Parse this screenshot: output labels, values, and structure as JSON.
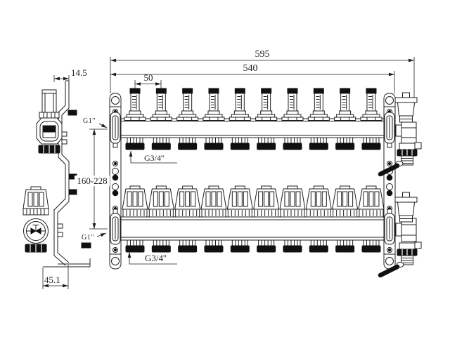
{
  "drawing": {
    "type": "technical-drawing",
    "subject": "floor-heating-manifold",
    "circuits": 10,
    "dimensions": {
      "overall_width": "595",
      "mounting_width": "540",
      "port_spacing": "50",
      "bar_center_distance": "160-228",
      "side_offset": "14.5",
      "bracket_depth": "45.1"
    },
    "connections": {
      "main_top": "G1''",
      "main_bottom": "G1''",
      "outlets_top": "G3/4''",
      "outlets_bottom": "G3/4''"
    },
    "colors": {
      "line": "#1f1f1f",
      "dark_fill": "#101010",
      "background": "#ffffff"
    }
  }
}
